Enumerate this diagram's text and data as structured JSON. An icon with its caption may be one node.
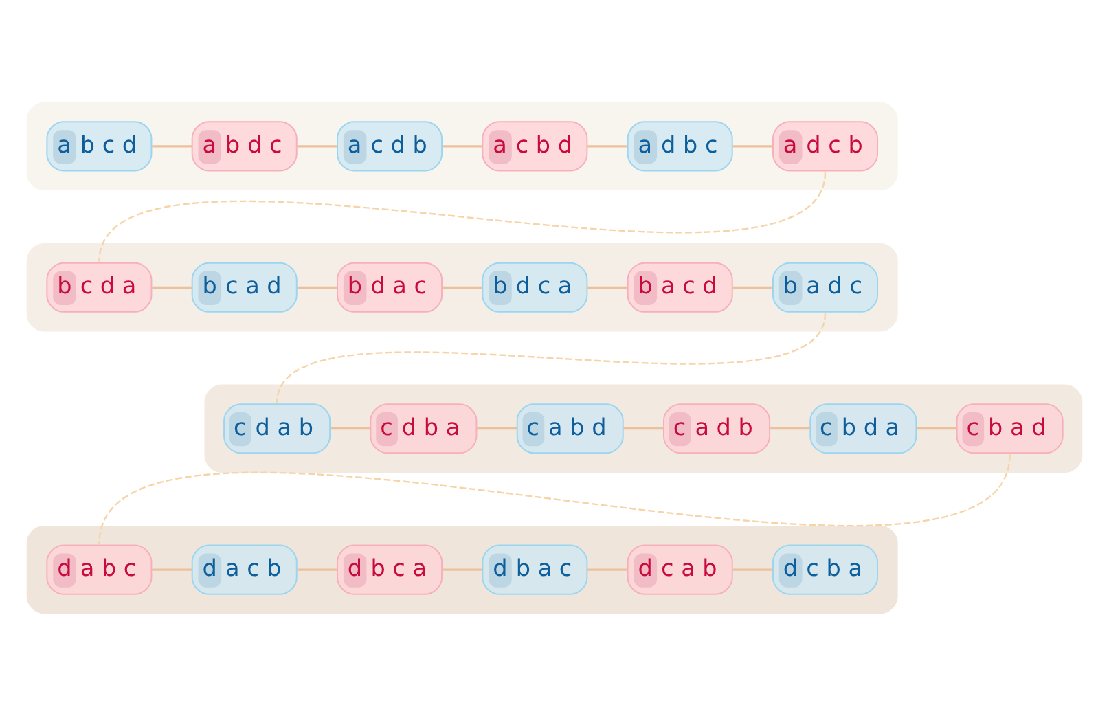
{
  "diagram": {
    "nodes": [
      {
        "text": [],
        "shape": "band"
      },
      {
        "text": [
          "a b c d"
        ],
        "in": 0
      },
      {
        "text": [
          "a b d c"
        ],
        "in": 0
      },
      {
        "text": [
          "a c d b"
        ],
        "in": 0
      },
      {
        "text": [
          "a c b d"
        ],
        "in": 0
      },
      {
        "text": [
          "a d b c"
        ],
        "in": 0
      },
      {
        "text": [
          "a d c b"
        ],
        "in": 0
      },
      {
        "text": [],
        "shape": "band"
      },
      {
        "text": [
          "b c d a"
        ],
        "in": 7
      },
      {
        "text": [
          "b c a d"
        ],
        "in": 7
      },
      {
        "text": [
          "b d a c"
        ],
        "in": 7
      },
      {
        "text": [
          "b d c a"
        ],
        "in": 7
      },
      {
        "text": [
          "b a c d"
        ],
        "in": 7
      },
      {
        "text": [
          "b a d c"
        ],
        "in": 7
      },
      {
        "text": [],
        "shape": "band"
      },
      {
        "text": [
          "c d a b"
        ],
        "in": 14
      },
      {
        "text": [
          "c d b a"
        ],
        "in": 14
      },
      {
        "text": [
          "c a b d"
        ],
        "in": 14
      },
      {
        "text": [
          "c a d b"
        ],
        "in": 14
      },
      {
        "text": [
          "c b d a"
        ],
        "in": 14
      },
      {
        "text": [
          "c b a d"
        ],
        "in": 14
      },
      {
        "text": [],
        "shape": "band"
      },
      {
        "text": [
          "d a b c"
        ],
        "in": 21
      },
      {
        "text": [
          "d a c b"
        ],
        "in": 21
      },
      {
        "text": [
          "d b c a"
        ],
        "in": 21
      },
      {
        "text": [
          "d b a c"
        ],
        "in": 21
      },
      {
        "text": [
          "d c a b"
        ],
        "in": 21
      },
      {
        "text": [
          "d c b a"
        ],
        "in": 21
      }
    ],
    "edges": [
      {
        "from": 1,
        "to": 2,
        "arrow": "none"
      },
      {
        "from": 2,
        "to": 3,
        "arrow": "none"
      },
      {
        "from": 3,
        "to": 4,
        "arrow": "none"
      },
      {
        "from": 4,
        "to": 5,
        "arrow": "none"
      },
      {
        "from": 5,
        "to": 6,
        "arrow": "none"
      },
      {
        "from": 6,
        "to": 8,
        "arrow": "none",
        "style": "dashed",
        "color": "#f6d4a8"
      },
      {
        "from": 8,
        "to": 9,
        "arrow": "none"
      },
      {
        "from": 9,
        "to": 10,
        "arrow": "none"
      },
      {
        "from": 10,
        "to": 11,
        "arrow": "none"
      },
      {
        "from": 11,
        "to": 12,
        "arrow": "none"
      },
      {
        "from": 12,
        "to": 13,
        "arrow": "none"
      },
      {
        "from": 13,
        "to": 15,
        "arrow": "none",
        "style": "dashed",
        "color": "#f6d4a8"
      },
      {
        "from": 15,
        "to": 16,
        "arrow": "none"
      },
      {
        "from": 16,
        "to": 17,
        "arrow": "none"
      },
      {
        "from": 17,
        "to": 18,
        "arrow": "none"
      },
      {
        "from": 18,
        "to": 19,
        "arrow": "none"
      },
      {
        "from": 19,
        "to": 20,
        "arrow": "none"
      },
      {
        "from": 20,
        "to": 22,
        "arrow": "none",
        "style": "dashed",
        "color": "#f6d4a8"
      },
      {
        "from": 22,
        "to": 23,
        "arrow": "none"
      },
      {
        "from": 23,
        "to": 24,
        "arrow": "none"
      },
      {
        "from": 24,
        "to": 25,
        "arrow": "none"
      },
      {
        "from": 25,
        "to": 26,
        "arrow": "none"
      },
      {
        "from": 26,
        "to": 27,
        "arrow": "none"
      }
    ]
  }
}
